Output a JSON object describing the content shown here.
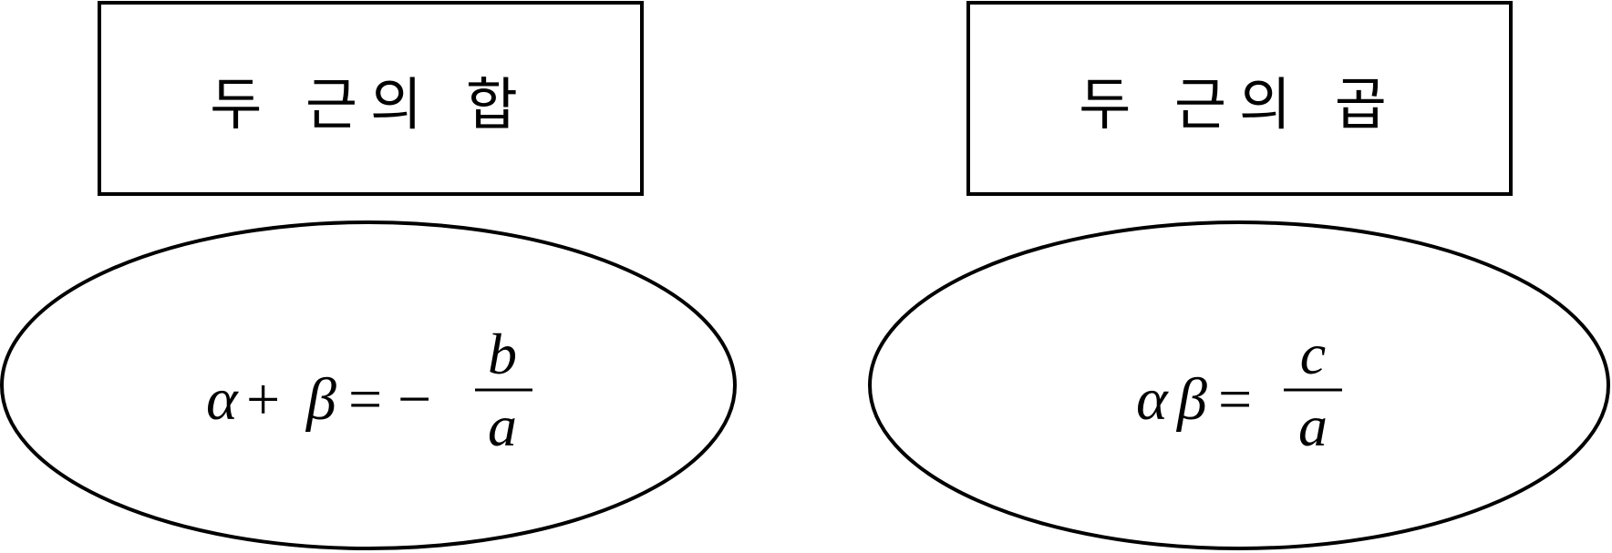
{
  "boxes": [
    {
      "id": "sum",
      "title": "두 근의 합"
    },
    {
      "id": "product",
      "title": "두 근의 곱"
    }
  ],
  "formulas": {
    "sum": {
      "alpha": "α",
      "plus": "+",
      "beta": "β",
      "equals": "=",
      "minus": "−",
      "numerator": "b",
      "denominator": "a"
    },
    "product": {
      "alpha": "α",
      "beta": "β",
      "equals": "=",
      "numerator": "c",
      "denominator": "a"
    }
  },
  "colors": {
    "stroke": "#000000",
    "background": "#ffffff"
  }
}
